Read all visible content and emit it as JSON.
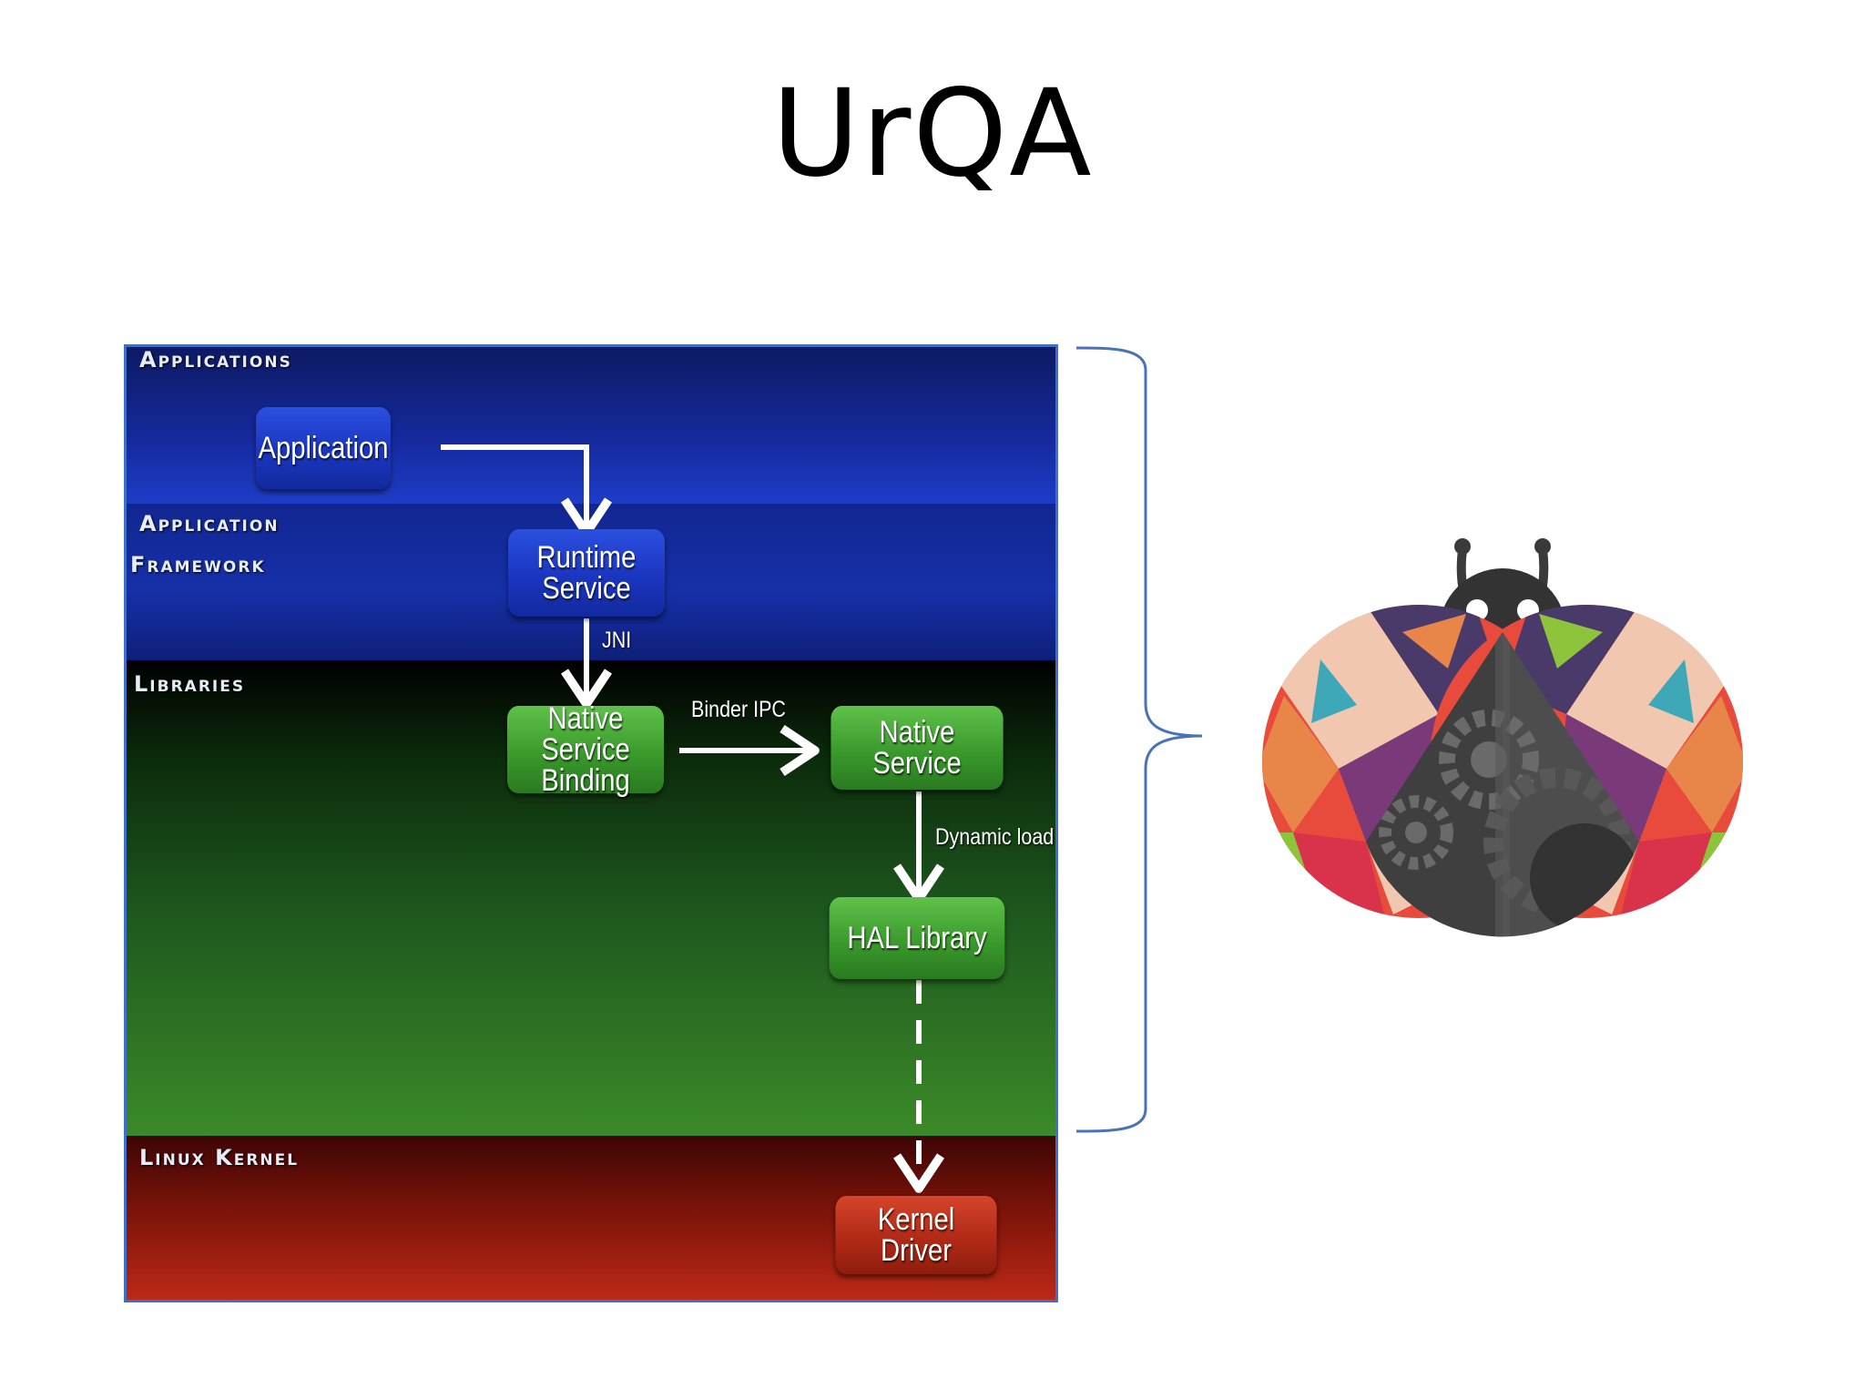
{
  "title": "UrQA",
  "layers": {
    "applications": "Applications",
    "framework_line1": "Application",
    "framework_line2": "Framework",
    "libraries": "Libraries",
    "kernel": "Linux Kernel"
  },
  "nodes": {
    "application": "Application",
    "runtime_line1": "Runtime",
    "runtime_line2": "Service",
    "nsb_line1": "Native Service",
    "nsb_line2": "Binding",
    "native_service": "Native Service",
    "hal_library": "HAL Library",
    "kernel_driver": "Kernel Driver"
  },
  "edges": {
    "jni": "JNI",
    "binder_ipc": "Binder IPC",
    "dynamic_load": "Dynamic load"
  },
  "colors": {
    "frame_border": "#3f6fc9",
    "brace": "#4a72b8",
    "applications_band": "#1a33b0",
    "libraries_band": "#2f7a24",
    "kernel_band": "#a32414"
  },
  "icons": {
    "logo": "ladybug-mascot-icon"
  }
}
